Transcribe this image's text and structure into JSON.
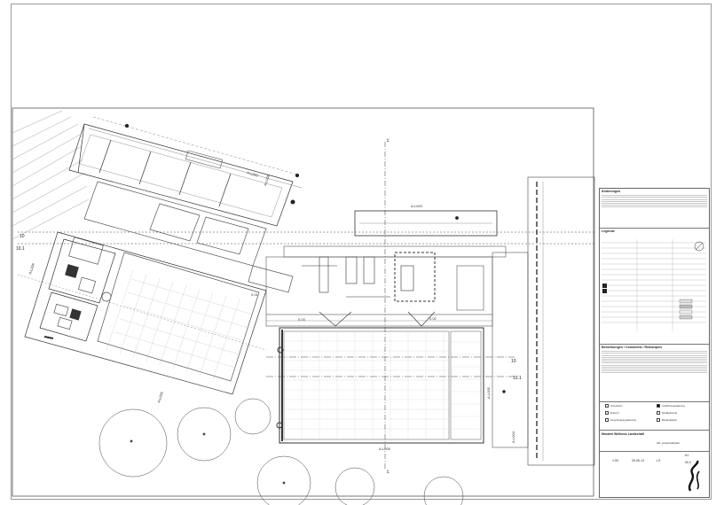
{
  "drawing": {
    "section_labels": {
      "a_l003_top": "A-L003",
      "a_l003_mid": "A-L003",
      "a_l005_right": "A-L005",
      "a_l005_left": "A-L005",
      "a_l005_bottom": "A-L005",
      "a_l004": "A-L004",
      "a_l006": "A-L006",
      "a_l006_left": "A-L006"
    },
    "grid_markers": [
      "10",
      "10.1",
      "10",
      "10.1"
    ],
    "room_tags": [
      "0.01",
      "0.02",
      "0.03"
    ],
    "cut_numbers": [
      "14",
      "14"
    ]
  },
  "title_block": {
    "changes_heading": "Änderungen",
    "legend_heading": "Legende",
    "remarks_heading": "Bemerkungen / Comments / Remarques",
    "status_options": [
      {
        "label": "Vorentwurf",
        "filled": false
      },
      {
        "label": "Entwurf",
        "filled": false
      },
      {
        "label": "Genehmigungsplanung",
        "filled": false
      },
      {
        "label": "Ausführungsplanung",
        "filled": true
      },
      {
        "label": "Detailplanung",
        "filled": false
      },
      {
        "label": "Bestandsplan",
        "filled": false
      }
    ],
    "project_name": "Mondrei Wellness Landschaft",
    "plan_name": "GR_Landschaftsplan",
    "scale": "1:50",
    "date": "26.06.13",
    "format": "A1",
    "sheet": "LS",
    "index": "00.0"
  }
}
